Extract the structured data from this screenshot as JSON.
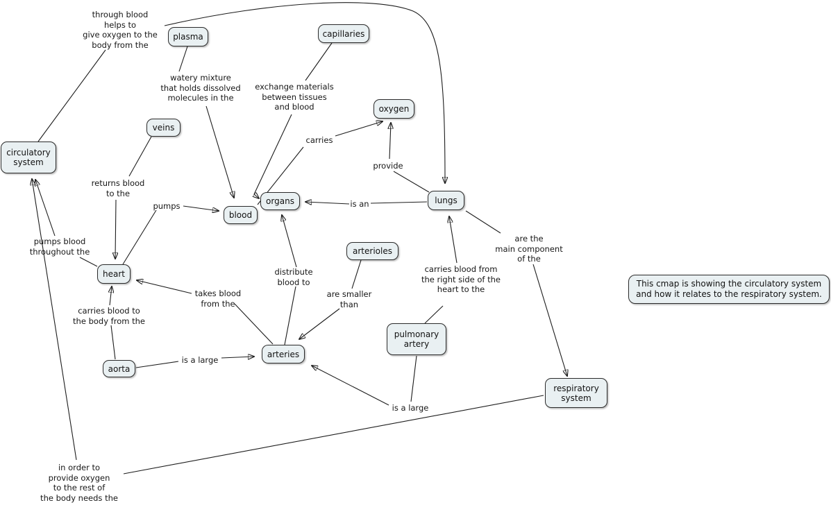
{
  "colors": {
    "background": "#ffffff",
    "node_fill": "#e9f0f2",
    "node_border": "#2a2a2a",
    "line": "#1c1c1c",
    "text": "#111111"
  },
  "concepts": {
    "circulatory_system": "circulatory\nsystem",
    "plasma": "plasma",
    "capillaries": "capillaries",
    "veins": "veins",
    "oxygen": "oxygen",
    "blood": "blood",
    "organs": "organs",
    "lungs": "lungs",
    "heart": "heart",
    "arterioles": "arterioles",
    "arteries": "arteries",
    "aorta": "aorta",
    "pulmonary_artery": "pulmonary\nartery",
    "respiratory_system": "respiratory\nsystem"
  },
  "linking_phrases": {
    "through_blood": "through blood\nhelps to\ngive oxygen to the\nbody from the",
    "watery_mixture": "watery mixture\nthat holds dissolved\nmolecules in the",
    "exchange_materials": "exchange materials\nbetween tissues\nand blood",
    "carries": "carries",
    "provide": "provide",
    "is_an": "is an",
    "returns_blood": "returns blood\nto the",
    "pumps": "pumps",
    "pumps_blood": "pumps blood\nthroughout the",
    "carries_blood_to_body": "carries blood to\nthe body from the",
    "takes_blood": "takes blood\nfrom the",
    "distribute_blood": "distribute\nblood to",
    "are_smaller": "are smaller\nthan",
    "carries_blood_right": "carries blood from\nthe right side of the\nheart to the",
    "main_component": "are the\nmain component\nof the",
    "is_a_large_aorta": "is a large",
    "is_a_large_pulmonary": "is a large",
    "in_order": "in order to\nprovide oxygen\nto the rest of\nthe body needs the"
  },
  "edges": [
    {
      "from": "circulatory_system",
      "phrase": "through_blood",
      "to": "lungs"
    },
    {
      "from": "plasma",
      "phrase": "watery_mixture",
      "to": "blood"
    },
    {
      "from": "capillaries",
      "phrase": "exchange_materials",
      "to": "organs"
    },
    {
      "from": "veins",
      "phrase": "returns_blood",
      "to": "heart"
    },
    {
      "from": "heart",
      "phrase": "pumps",
      "to": "blood"
    },
    {
      "from": "heart",
      "phrase": "pumps_blood",
      "to": "circulatory_system"
    },
    {
      "from": "respiratory_system",
      "phrase": "in_order",
      "to": "circulatory_system"
    },
    {
      "from": "blood",
      "phrase": "carries",
      "to": "oxygen"
    },
    {
      "from": "lungs",
      "phrase": "provide",
      "to": "oxygen"
    },
    {
      "from": "lungs",
      "phrase": "is_an",
      "to": "organs"
    },
    {
      "from": "arteries",
      "phrase": "distribute_blood",
      "to": "organs"
    },
    {
      "from": "arterioles",
      "phrase": "are_smaller",
      "to": "arteries"
    },
    {
      "from": "arteries",
      "phrase": "takes_blood",
      "to": "heart"
    },
    {
      "from": "aorta",
      "phrase": "carries_blood_to_body",
      "to": "heart"
    },
    {
      "from": "aorta",
      "phrase": "is_a_large_aorta",
      "to": "arteries"
    },
    {
      "from": "pulmonary_artery",
      "phrase": "is_a_large_pulmonary",
      "to": "arteries"
    },
    {
      "from": "pulmonary_artery",
      "phrase": "carries_blood_right",
      "to": "lungs"
    },
    {
      "from": "lungs",
      "phrase": "main_component",
      "to": "respiratory_system"
    }
  ],
  "annotation": {
    "text": "This cmap is showing the circulatory system and how it relates to the respiratory system."
  }
}
